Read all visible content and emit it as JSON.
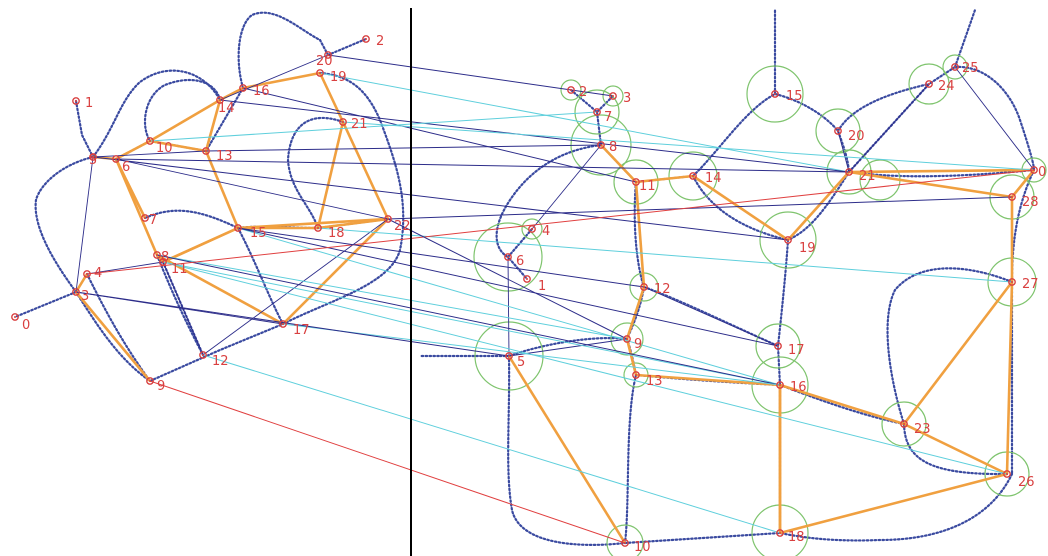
{
  "colors": {
    "background": "#ffffff",
    "contour": "#3a4aa0",
    "contour_dot": "#5a6ab8",
    "node": "#d94040",
    "label": "#d94040",
    "graph_edge": "#f0a040",
    "match_cyan": "#5fcfdc",
    "match_navy": "#2d2d8a",
    "match_red": "#e04040",
    "region_circle": "#7fc46e",
    "divider": "#000000"
  },
  "left": {
    "nodes": [
      {
        "id": "0",
        "label": "0"
      },
      {
        "id": "1",
        "label": "1"
      },
      {
        "id": "2",
        "label": "2"
      },
      {
        "id": "3",
        "label": "3"
      },
      {
        "id": "4",
        "label": "4"
      },
      {
        "id": "5",
        "label": "5"
      },
      {
        "id": "6",
        "label": "6"
      },
      {
        "id": "7",
        "label": "7"
      },
      {
        "id": "8",
        "label": "8"
      },
      {
        "id": "9",
        "label": "9"
      },
      {
        "id": "10",
        "label": "10"
      },
      {
        "id": "11",
        "label": "11"
      },
      {
        "id": "12",
        "label": "12"
      },
      {
        "id": "13",
        "label": "13"
      },
      {
        "id": "14",
        "label": "14"
      },
      {
        "id": "15",
        "label": "15"
      },
      {
        "id": "16",
        "label": "16"
      },
      {
        "id": "17",
        "label": "17"
      },
      {
        "id": "18",
        "label": "18"
      },
      {
        "id": "19",
        "label": "19"
      },
      {
        "id": "20",
        "label": "20"
      },
      {
        "id": "21",
        "label": "21"
      },
      {
        "id": "22",
        "label": "22"
      }
    ]
  },
  "right": {
    "nodes": [
      {
        "id": "0",
        "label": "0"
      },
      {
        "id": "1",
        "label": "1"
      },
      {
        "id": "2",
        "label": "2"
      },
      {
        "id": "3",
        "label": "3"
      },
      {
        "id": "4",
        "label": "4"
      },
      {
        "id": "5",
        "label": "5"
      },
      {
        "id": "6",
        "label": "6"
      },
      {
        "id": "7",
        "label": "7"
      },
      {
        "id": "8",
        "label": "8"
      },
      {
        "id": "9",
        "label": "9"
      },
      {
        "id": "10",
        "label": "10"
      },
      {
        "id": "11",
        "label": "11"
      },
      {
        "id": "12",
        "label": "12"
      },
      {
        "id": "13",
        "label": "13"
      },
      {
        "id": "14",
        "label": "14"
      },
      {
        "id": "15",
        "label": "15"
      },
      {
        "id": "16",
        "label": "16"
      },
      {
        "id": "17",
        "label": "17"
      },
      {
        "id": "18",
        "label": "18"
      },
      {
        "id": "19",
        "label": "19"
      },
      {
        "id": "20",
        "label": "20"
      },
      {
        "id": "21",
        "label": "21"
      },
      {
        "id": "23",
        "label": "23"
      },
      {
        "id": "24",
        "label": "24"
      },
      {
        "id": "25",
        "label": "25"
      },
      {
        "id": "26",
        "label": "26"
      },
      {
        "id": "27",
        "label": "27"
      },
      {
        "id": "28",
        "label": "28"
      }
    ]
  }
}
